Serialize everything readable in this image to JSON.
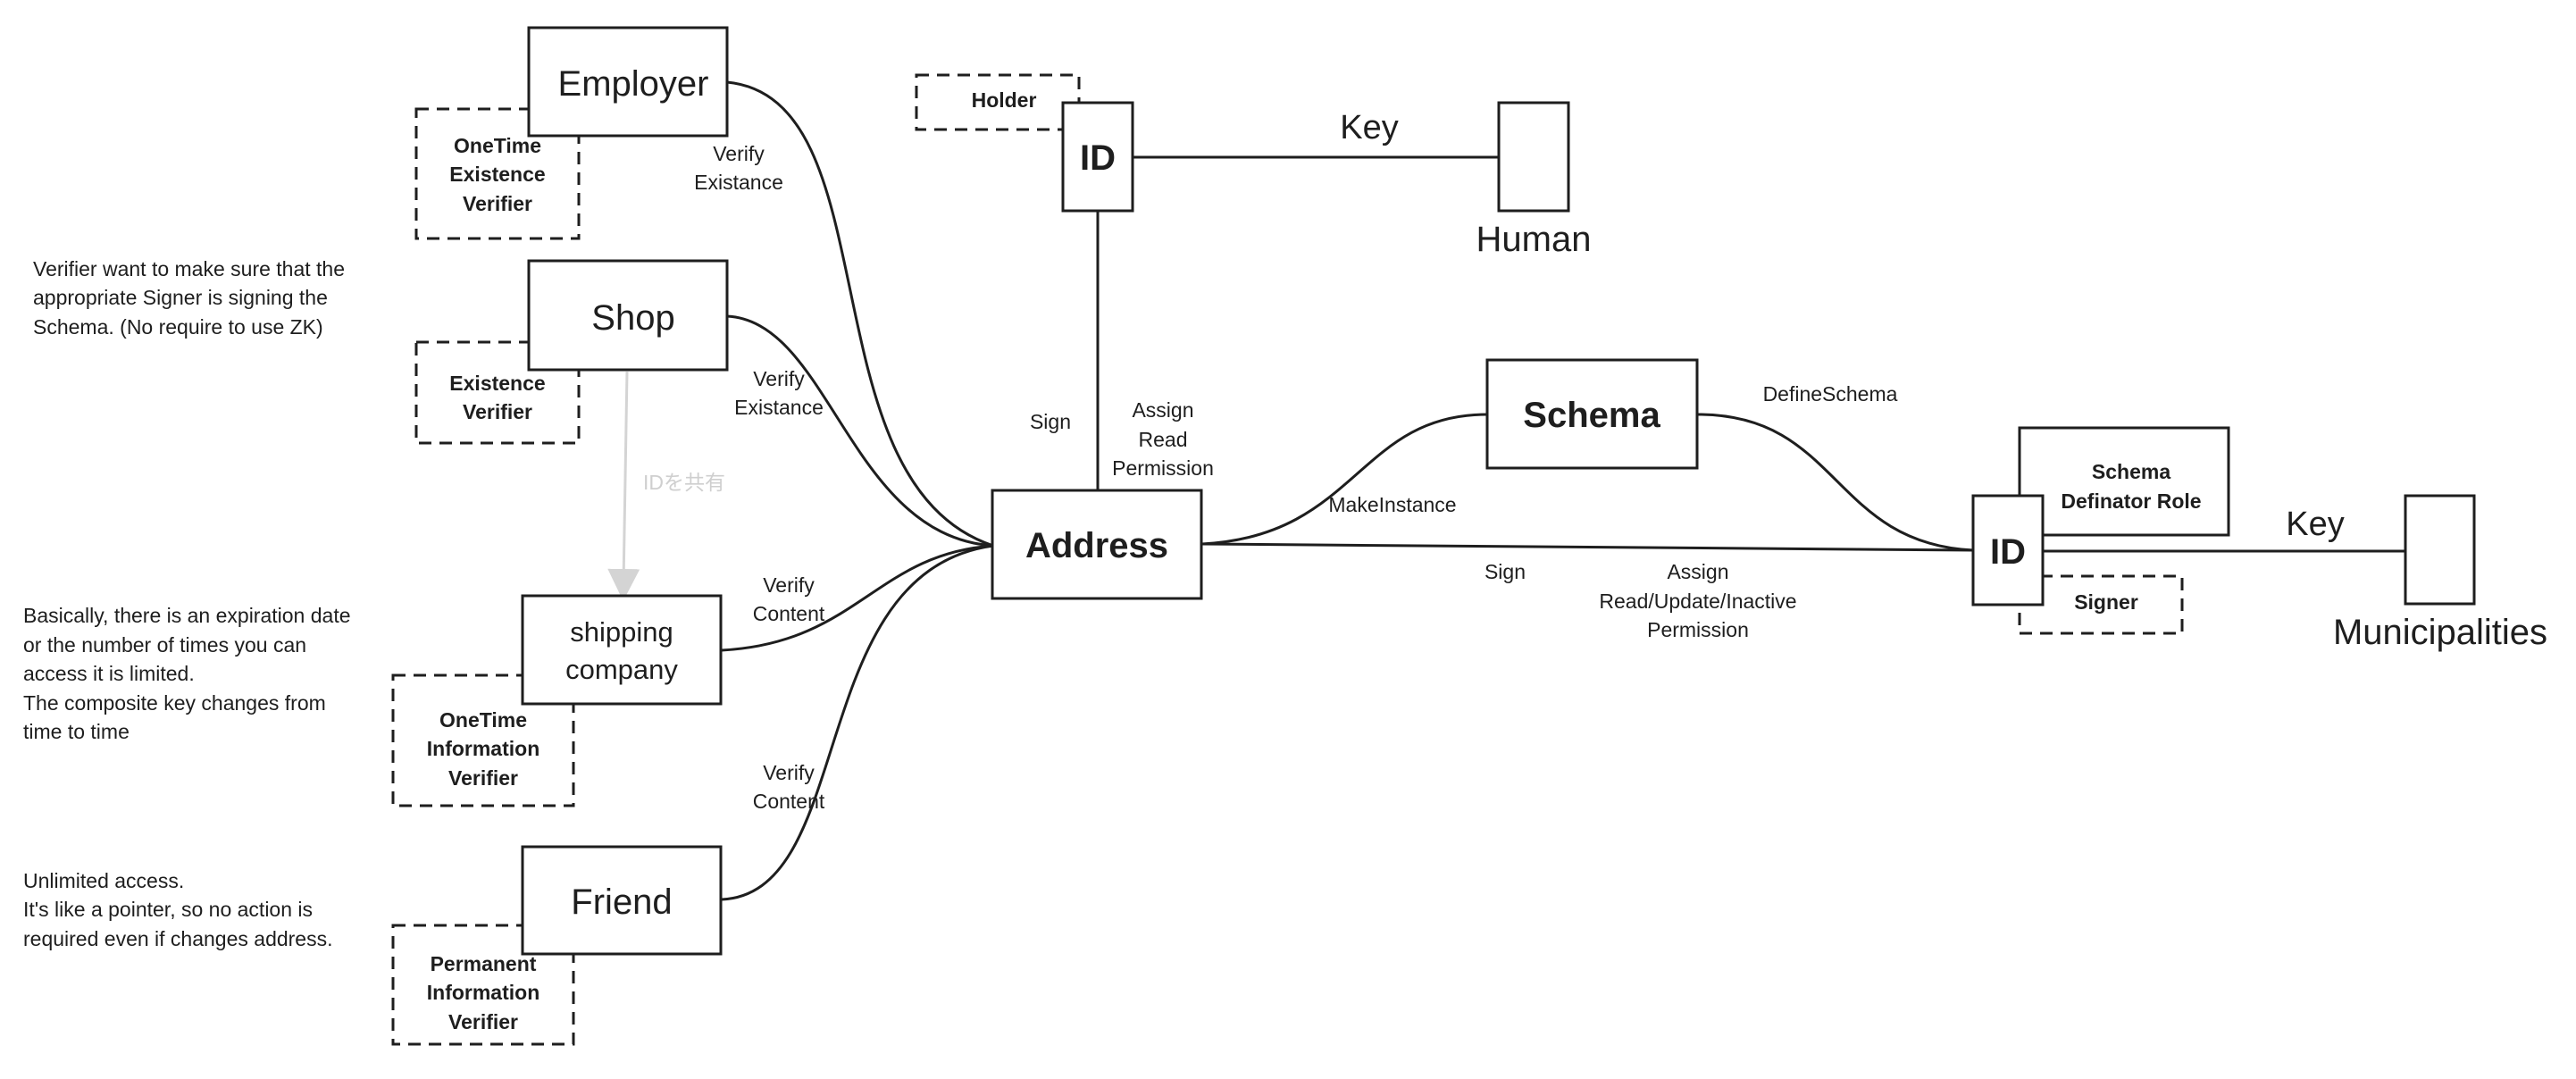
{
  "nodes": {
    "employer": "Employer",
    "shop": "Shop",
    "shipping_line1": "shipping",
    "shipping_line2": "company",
    "friend": "Friend",
    "address": "Address",
    "id_top": "ID",
    "human": "Human",
    "schema": "Schema",
    "id_right": "ID",
    "municipalities": "Municipalities"
  },
  "roles": {
    "holder": "Holder",
    "onetime_existence": [
      "OneTime",
      "Existence",
      "Verifier"
    ],
    "existence": [
      "Existence",
      "Verifier"
    ],
    "onetime_information": [
      "OneTime",
      "Information",
      "Verifier"
    ],
    "permanent_information": [
      "Permanent",
      "Information",
      "Verifier"
    ],
    "schema_definator": [
      "Schema",
      "Definator Role"
    ],
    "signer": "Signer"
  },
  "edge_labels": {
    "employer_verify": [
      "Verify",
      "Existance"
    ],
    "shop_verify": [
      "Verify",
      "Existance"
    ],
    "shipping_verify": [
      "Verify",
      "Content"
    ],
    "friend_verify": [
      "Verify",
      "Content"
    ],
    "key_top": "Key",
    "key_right": "Key",
    "sign_top": "Sign",
    "assign_top": [
      "Assign",
      "Read",
      "Permission"
    ],
    "make_instance": "MakeInstance",
    "define_schema": "DefineSchema",
    "sign_right": "Sign",
    "assign_right": [
      "Assign",
      "Read/Update/Inactive",
      "Permission"
    ],
    "shared_id": "IDを共有"
  },
  "notes": {
    "verifier_note": [
      "Verifier want to make sure that the",
      "appropriate Signer is signing the",
      "Schema. (No require to use ZK)"
    ],
    "expiration_note": [
      "Basically, there is an expiration date",
      "or the number of times you can",
      "access it is limited.",
      "The composite key changes from",
      "time to time"
    ],
    "unlimited_note": [
      "Unlimited access.",
      "It's like a pointer, so no action is",
      "required even if changes address."
    ]
  },
  "colors": {
    "stroke": "#1e1e1e",
    "faint_arrow": "#d4d4d4",
    "faint_text": "#cfcfcf",
    "background": "#ffffff"
  }
}
